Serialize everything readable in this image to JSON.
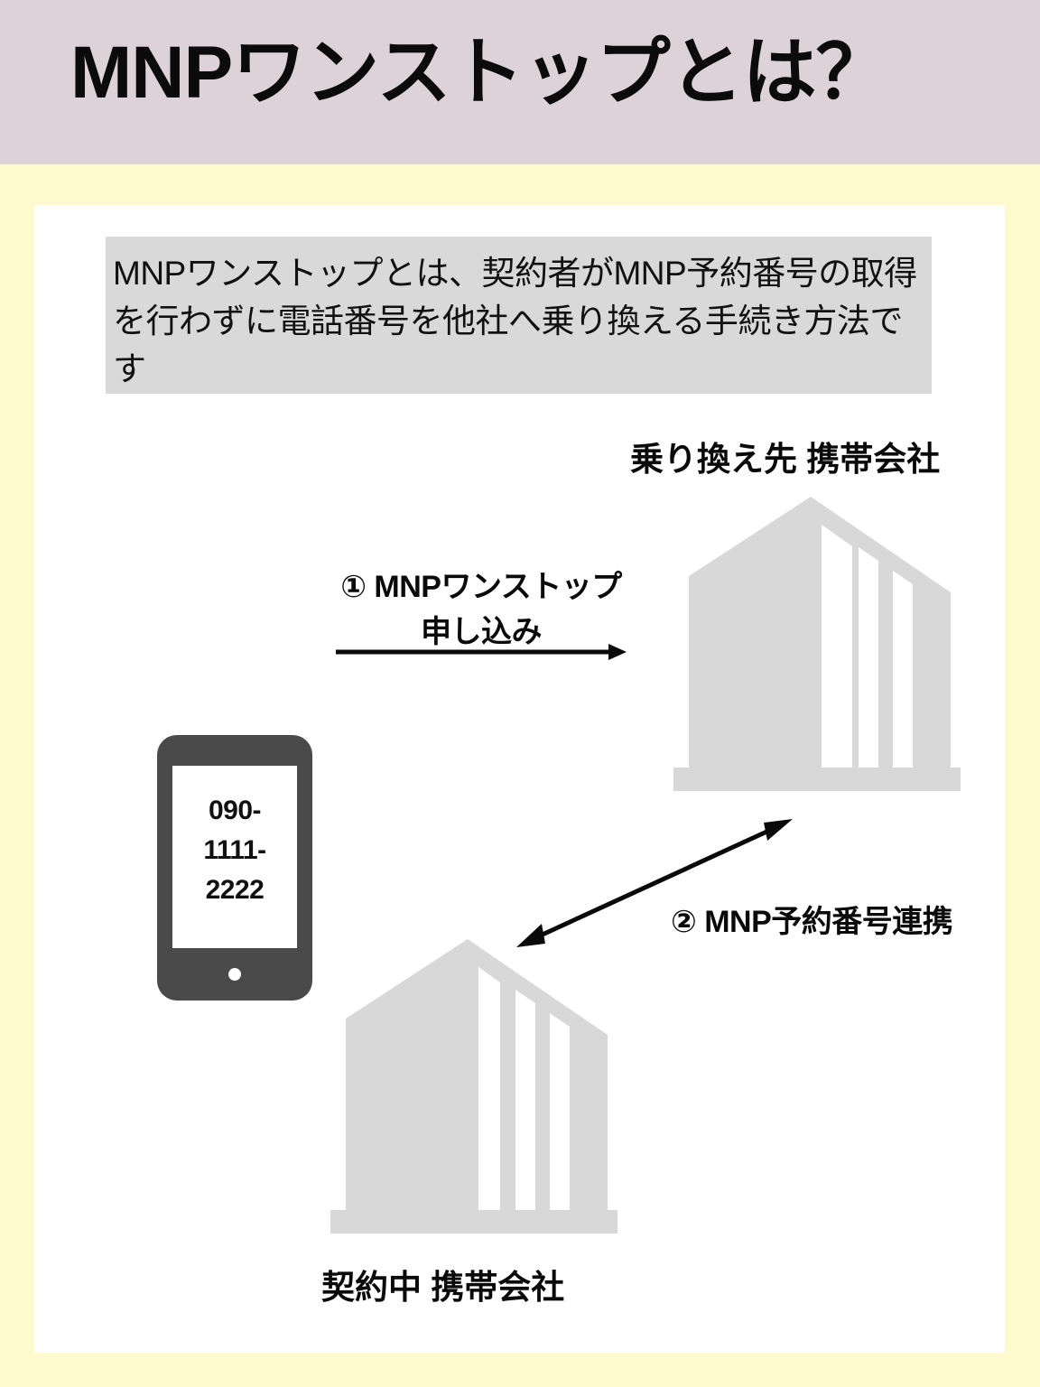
{
  "header": {
    "title": "MNPワンストップとは？",
    "background_color": "#dcd2d8"
  },
  "page": {
    "background_color": "#fefacd",
    "card_color": "#ffffff"
  },
  "description": {
    "text": "MNPワンストップとは、契約者がMNP予約番号の取得を行わずに電話番号を他社へ乗り換える手続き方法です",
    "background_color": "#d9d9d9"
  },
  "diagram": {
    "type": "flow",
    "phone": {
      "number": "090-\n1111-\n2222",
      "number_lines": [
        "090-",
        "1111-",
        "2222"
      ],
      "body_color": "#4a4a4a",
      "screen_color": "#ffffff"
    },
    "buildings": [
      {
        "id": "new-carrier",
        "label": "乗り換え先 携帯会社",
        "color": "#d8d8d8",
        "position": "top-right"
      },
      {
        "id": "current-carrier",
        "label": "契約中 携帯会社",
        "color": "#d8d8d8",
        "position": "bottom-center"
      }
    ],
    "arrows": [
      {
        "id": "step-1",
        "label_lines": [
          "① MNPワンストップ",
          "申し込み"
        ],
        "direction": "right",
        "heads": 1,
        "from": "phone",
        "to": "new-carrier"
      },
      {
        "id": "step-2",
        "label": "② MNP予約番号連携",
        "direction": "diagonal",
        "heads": 2,
        "from": "current-carrier",
        "to": "new-carrier"
      }
    ]
  }
}
